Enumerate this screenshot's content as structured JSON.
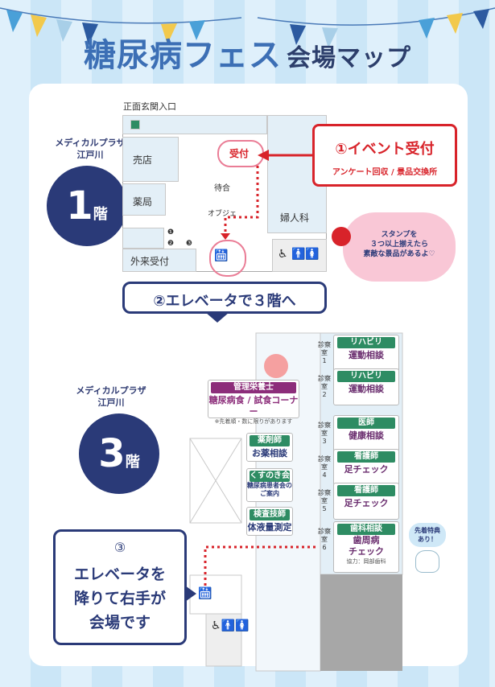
{
  "title": {
    "main": "糖尿病フェス",
    "sub": "会場マップ"
  },
  "colors": {
    "navy": "#2a3a78",
    "red": "#d8232a",
    "green": "#2e8c63",
    "purple": "#8c2d7a",
    "pink": "#ea7d96"
  },
  "floor1": {
    "site": [
      "メディカルプラザ",
      "江戸川"
    ],
    "floor_number": "1",
    "floor_unit": "階",
    "entrance": "正面玄関入口",
    "rooms": {
      "shop": "売店",
      "pharmacy": "薬局",
      "waiting": "待合",
      "reception_booth": "受付",
      "objet": "オブジェ",
      "gynecology": "婦人科",
      "outpatient": "外来受付"
    },
    "numbers": [
      "❶",
      "❷",
      "❸"
    ],
    "event_reception": {
      "title": "①イベント受付",
      "note": "アンケート回収 / 景品交換所"
    },
    "stamp": {
      "line1": "スタンプを",
      "line2": "３つ以上揃えたら",
      "line3": "素敵な景品があるよ♡"
    },
    "elevator_banner": "②エレベータで３階へ"
  },
  "floor3": {
    "site": [
      "メディカルプラザ",
      "江戸川"
    ],
    "floor_number": "3",
    "floor_unit": "階",
    "dietitian": {
      "role": "管理栄養士",
      "main": "糖尿病食 / 試食コーナー",
      "note": "※先着順・数に限りがあります"
    },
    "pharmacist": {
      "role": "薬剤師",
      "main": "お薬相談"
    },
    "kusunoki": {
      "role": "くすのき会",
      "main1": "糖尿病患者会の",
      "main2": "ご案内"
    },
    "technician": {
      "role": "検査技師",
      "main": "体液量測定"
    },
    "exam_rooms": [
      {
        "label1": "診察室",
        "label2": "1",
        "role": "リハビリ",
        "main": "運動相談"
      },
      {
        "label1": "診察室",
        "label2": "2",
        "role": "リハビリ",
        "main": "運動相談"
      },
      {
        "label1": "診察室",
        "label2": "3",
        "role": "医師",
        "main": "健康相談"
      },
      {
        "label1": "診察室",
        "label2": "4",
        "role": "看護師",
        "main": "足チェック"
      },
      {
        "label1": "診察室",
        "label2": "5",
        "role": "看護師",
        "main": "足チェック"
      },
      {
        "label1": "診察室",
        "label2": "6",
        "role": "歯科相談",
        "main1": "歯周病",
        "main2": "チェック",
        "note": "協力：岡部歯科"
      }
    ],
    "dental_bubble": {
      "line1": "先着特典",
      "line2": "あり！"
    },
    "exit_instruction": {
      "num": "③",
      "line1": "エレベータを",
      "line2": "降りて右手が",
      "line3": "会場です"
    }
  }
}
